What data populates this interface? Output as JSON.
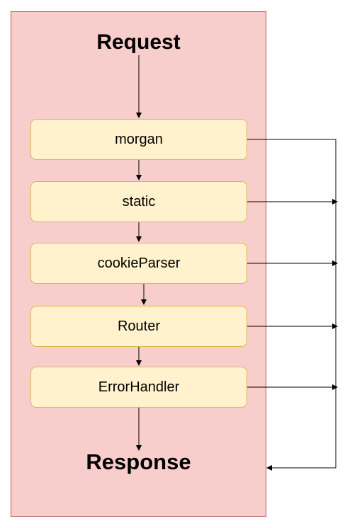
{
  "diagram": {
    "request_label": "Request",
    "response_label": "Response",
    "middleware": [
      {
        "label": "morgan"
      },
      {
        "label": "static"
      },
      {
        "label": "cookieParser"
      },
      {
        "label": "Router"
      },
      {
        "label": "ErrorHandler"
      }
    ]
  },
  "colors": {
    "container_fill": "#f8cecc",
    "container_stroke": "#b85450",
    "box_fill": "#fff2cc",
    "box_stroke": "#d6b656",
    "arrow": "#000000"
  }
}
